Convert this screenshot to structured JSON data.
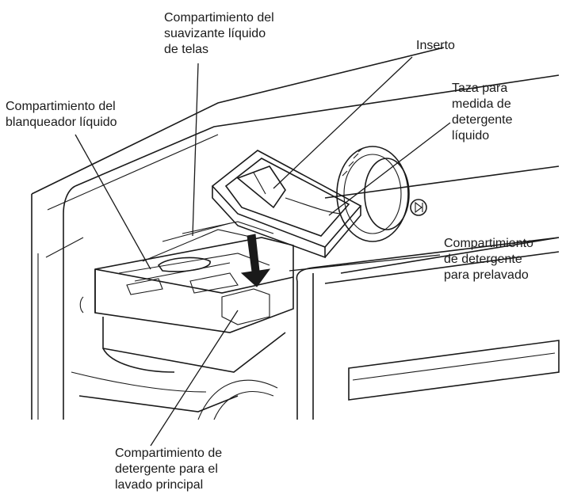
{
  "labels": {
    "softener": "Compartimiento del\nsuavizante líquido\nde telas",
    "insert": "Inserto",
    "cup": "Taza para\nmedida de\ndetergente\nlíquido",
    "bleach": "Compartimiento del\nblanqueador líquido",
    "prewash": "Compartimiento\nde detergente\npara prelavado",
    "mainwash": "Compartimiento de\ndetergente para el\nlavado principal"
  },
  "colors": {
    "ink": "#1a1a1a",
    "background": "#ffffff"
  }
}
